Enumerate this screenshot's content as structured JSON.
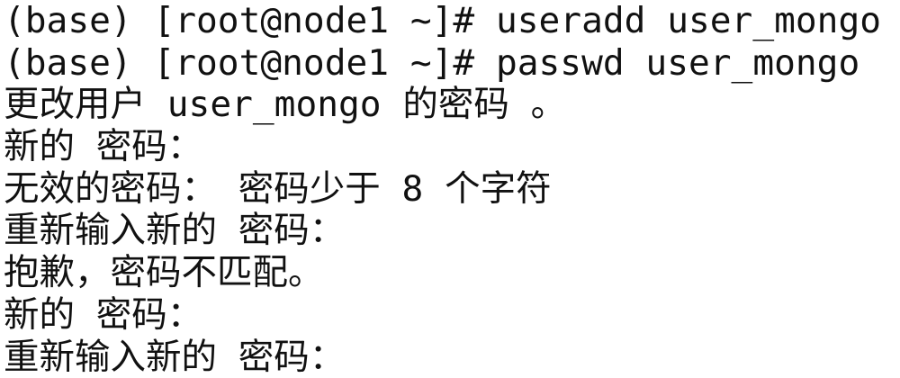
{
  "terminal": {
    "lines": [
      "(base) [root@node1 ~]# useradd user_mongo",
      "(base) [root@node1 ~]# passwd user_mongo",
      "更改用户 user_mongo 的密码 。",
      "新的 密码：",
      "无效的密码： 密码少于 8 个字符",
      "重新输入新的 密码：",
      "抱歉，密码不匹配。",
      "新的 密码：",
      "重新输入新的 密码："
    ]
  }
}
